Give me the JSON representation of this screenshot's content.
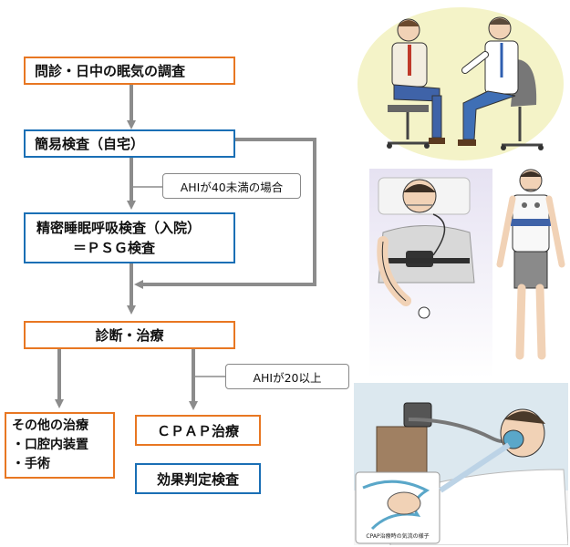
{
  "flow": {
    "step1": "問診・日中の眠気の調査",
    "step2": "簡易検査（自宅）",
    "note1": "AHIが40未満の場合",
    "step3_line1": "精密睡眠呼吸検査（入院）",
    "step3_line2": "＝ＰＳＧ検査",
    "step4": "診断・治療",
    "note2": "AHIが20以上",
    "other_title": "その他の治療",
    "other_items": [
      "・口腔内装置",
      "・手術"
    ],
    "cpap": "ＣＰＡＰ治療",
    "effect": "効果判定検査"
  },
  "illustrations": {
    "inset_caption": "CPAP治療時の気流の様子"
  },
  "colors": {
    "orange": "#e87722",
    "blue": "#1a6fb5",
    "arrow": "#8c8c8c"
  }
}
